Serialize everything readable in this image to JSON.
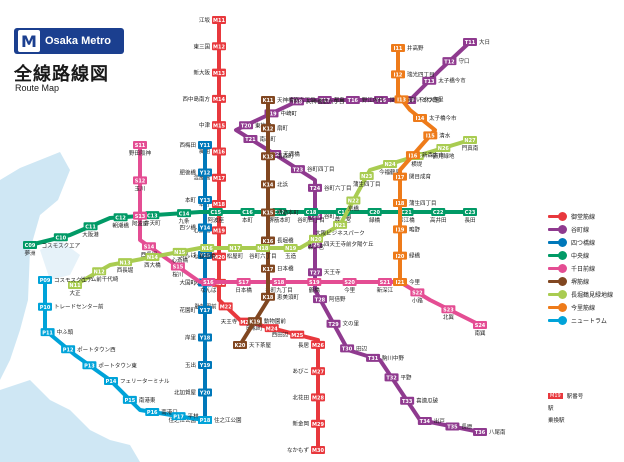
{
  "header": {
    "brand": "Osaka Metro",
    "logo_letter": "M",
    "title_ja": "全線路線図",
    "title_en": "Route Map"
  },
  "colors": {
    "midosuji": "#e8383d",
    "tanimachi": "#8f3a8f",
    "yotsubashi": "#0078ba",
    "chuo": "#019a66",
    "sennichimae": "#e44d93",
    "sakaisuji": "#814721",
    "nagahori": "#a9cc51",
    "imazatosuji": "#ee7b1a",
    "newtram": "#00a3d9",
    "bay": "#cfe7f4"
  },
  "legend": [
    {
      "code": "M",
      "label": "御堂筋線",
      "color": "#e8383d"
    },
    {
      "code": "T",
      "label": "谷町線",
      "color": "#8f3a8f"
    },
    {
      "code": "Y",
      "label": "四つ橋線",
      "color": "#0078ba"
    },
    {
      "code": "C",
      "label": "中央線",
      "color": "#019a66"
    },
    {
      "code": "S",
      "label": "千日前線",
      "color": "#e44d93"
    },
    {
      "code": "K",
      "label": "堺筋線",
      "color": "#814721"
    },
    {
      "code": "N",
      "label": "長堀鶴見緑地線",
      "color": "#a9cc51"
    },
    {
      "code": "I",
      "label": "今里筋線",
      "color": "#ee7b1a"
    },
    {
      "code": "P",
      "label": "ニュートラム",
      "color": "#00a3d9"
    }
  ],
  "legend2": {
    "station_label": "駅",
    "number_label": "駅番号",
    "transfer_label": "乗換駅",
    "sample_badge": "M19"
  },
  "stations": {
    "midosuji": [
      "江坂",
      "東三国",
      "新大阪",
      "西中島南方",
      "中津",
      "梅田",
      "淀屋橋",
      "本町",
      "心斎橋",
      "なんば",
      "大国町",
      "動物園前",
      "天王寺",
      "昭和町",
      "西田辺",
      "長居",
      "あびこ",
      "北花田",
      "新金岡",
      "なかもず"
    ],
    "midosuji_codes": [
      "M11",
      "M12",
      "M13",
      "M14",
      "M15",
      "M16",
      "M17",
      "M18",
      "M19",
      "M20",
      "M21",
      "M22",
      "M23",
      "M24",
      "M25",
      "M26",
      "M27",
      "M28",
      "M29",
      "M30"
    ],
    "tanimachi": [
      "大日",
      "守口",
      "太子橋今市",
      "千林大宮",
      "関目高殿",
      "野江内代",
      "都島",
      "天神橋筋六丁目",
      "中崎町",
      "東梅田",
      "南森町",
      "天満橋",
      "谷町四丁目",
      "谷町六丁目",
      "谷町九丁目",
      "四天王寺前夕陽ケ丘",
      "天王寺",
      "阿倍野",
      "文の里",
      "田辺",
      "駒川中野",
      "平野",
      "喜連瓜破",
      "出戸",
      "長原",
      "八尾南"
    ],
    "tanimachi_codes": [
      "T11",
      "T12",
      "T13",
      "T14",
      "T15",
      "T16",
      "T17",
      "T18",
      "T19",
      "T20",
      "T21",
      "T22",
      "T23",
      "T24",
      "T25",
      "T26",
      "T27",
      "T28",
      "T29",
      "T30",
      "T31",
      "T32",
      "T33",
      "T34",
      "T35",
      "T36"
    ],
    "yotsubashi": [
      "西梅田",
      "肥後橋",
      "本町",
      "四ツ橋",
      "なんば",
      "大国町",
      "花園町",
      "岸里",
      "玉出",
      "北加賀屋",
      "住之江公園"
    ],
    "yotsubashi_codes": [
      "Y11",
      "Y12",
      "Y13",
      "Y14",
      "Y15",
      "Y16",
      "Y17",
      "Y18",
      "Y19",
      "Y20",
      "Y21"
    ],
    "chuo": [
      "夢洲",
      "コスモスクエア",
      "大阪港",
      "朝潮橋",
      "弁天町",
      "九条",
      "阿波座",
      "本町",
      "堺筋本町",
      "谷町四丁目",
      "森ノ宮",
      "緑橋",
      "深江橋",
      "高井田",
      "長田"
    ],
    "chuo_codes": [
      "C09",
      "C10",
      "C11",
      "C12",
      "C13",
      "C14",
      "C15",
      "C16",
      "C17",
      "C18",
      "C19",
      "C20",
      "C21",
      "C22",
      "C23"
    ],
    "sennichimae": [
      "野田阪神",
      "玉川",
      "阿波座",
      "西長堀",
      "桜川",
      "なんば",
      "日本橋",
      "谷町九丁目",
      "鶴橋",
      "今里",
      "新深江",
      "小路",
      "北巽",
      "南巽"
    ],
    "sennichimae_codes": [
      "S11",
      "S12",
      "S13",
      "S14",
      "S15",
      "S16",
      "S17",
      "S18",
      "S19",
      "S20",
      "S21",
      "S22",
      "S23",
      "S24"
    ],
    "sakaisuji": [
      "天神橋筋六丁目",
      "扇町",
      "南森町",
      "北浜",
      "堺筋本町",
      "長堀橋",
      "日本橋",
      "恵美須町",
      "動物園前",
      "天下茶屋"
    ],
    "sakaisuji_codes": [
      "K11",
      "K12",
      "K13",
      "K14",
      "K15",
      "K16",
      "K17",
      "K18",
      "K19",
      "K20"
    ],
    "nagahori": [
      "大正",
      "ドーム前千代崎",
      "西長堀",
      "西大橋",
      "心斎橋",
      "長堀橋",
      "松屋町",
      "谷町六丁目",
      "玉造",
      "森ノ宮",
      "大阪ビジネスパーク",
      "京橋",
      "蒲生四丁目",
      "今福鶴見",
      "横堤",
      "鶴見緑地",
      "門真南"
    ],
    "nagahori_codes": [
      "N11",
      "N12",
      "N13",
      "N14",
      "N15",
      "N16",
      "N17",
      "N18",
      "N19",
      "N20",
      "N21",
      "N22",
      "N23",
      "N24",
      "N25",
      "N26",
      "N27"
    ],
    "imazatosuji": [
      "井高野",
      "瑞光四丁目",
      "だいどう豊里",
      "太子橋今市",
      "清水",
      "新森古市",
      "関目成育",
      "蒲生四丁目",
      "鴫野",
      "緑橋",
      "今里"
    ],
    "imazatosuji_codes": [
      "I11",
      "I12",
      "I13",
      "I14",
      "I15",
      "I16",
      "I17",
      "I18",
      "I19",
      "I20",
      "I21"
    ],
    "newtram": [
      "コスモスクエア",
      "トレードセンター前",
      "中ふ頭",
      "ポートタウン西",
      "ポートタウン東",
      "フェリーターミナル",
      "南港東",
      "南港口",
      "平林",
      "住之江公園"
    ],
    "newtram_codes": [
      "P09",
      "P10",
      "P11",
      "P12",
      "P13",
      "P14",
      "P15",
      "P16",
      "P17",
      "P18"
    ]
  }
}
